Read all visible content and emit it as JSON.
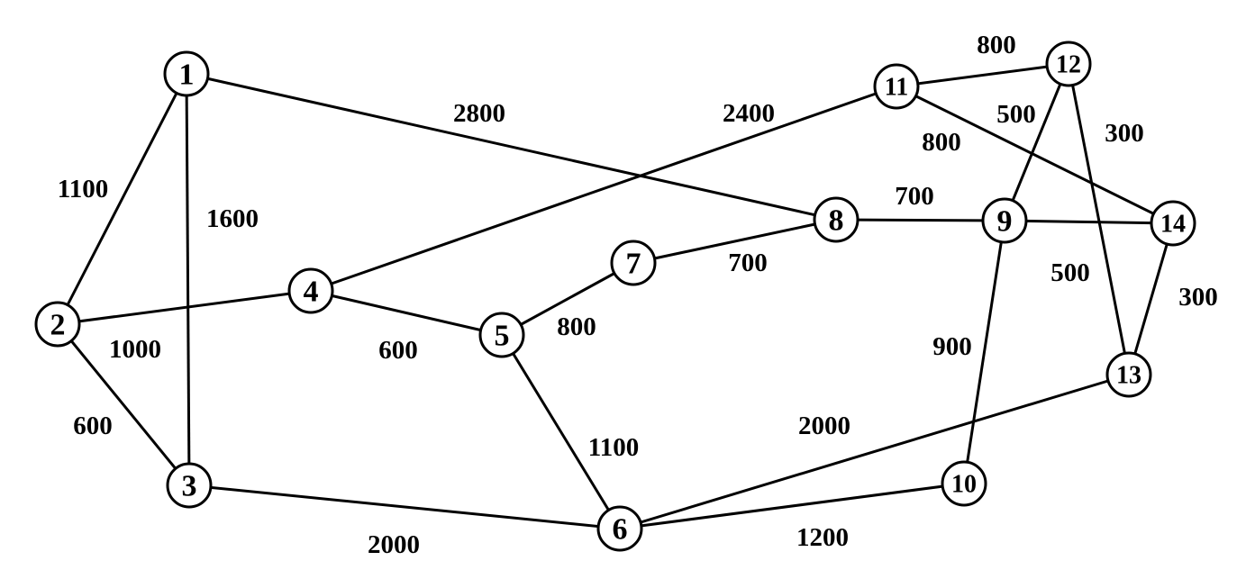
{
  "nodes": [
    {
      "id": "1"
    },
    {
      "id": "2"
    },
    {
      "id": "3"
    },
    {
      "id": "4"
    },
    {
      "id": "5"
    },
    {
      "id": "6"
    },
    {
      "id": "7"
    },
    {
      "id": "8"
    },
    {
      "id": "9"
    },
    {
      "id": "10"
    },
    {
      "id": "11"
    },
    {
      "id": "12"
    },
    {
      "id": "13"
    },
    {
      "id": "14"
    }
  ],
  "edges": [
    {
      "from": "1",
      "to": "2",
      "weight": "1100"
    },
    {
      "from": "1",
      "to": "3",
      "weight": "1600"
    },
    {
      "from": "1",
      "to": "8",
      "weight": "2800"
    },
    {
      "from": "2",
      "to": "3",
      "weight": "600"
    },
    {
      "from": "2",
      "to": "4",
      "weight": "1000"
    },
    {
      "from": "3",
      "to": "6",
      "weight": "2000"
    },
    {
      "from": "4",
      "to": "5",
      "weight": "600"
    },
    {
      "from": "4",
      "to": "11",
      "weight": "2400"
    },
    {
      "from": "5",
      "to": "7",
      "weight": "800"
    },
    {
      "from": "5",
      "to": "6",
      "weight": "1100"
    },
    {
      "from": "7",
      "to": "8",
      "weight": "700"
    },
    {
      "from": "8",
      "to": "9",
      "weight": "700"
    },
    {
      "from": "6",
      "to": "13",
      "weight": "2000"
    },
    {
      "from": "6",
      "to": "10",
      "weight": "1200"
    },
    {
      "from": "9",
      "to": "10",
      "weight": "900"
    },
    {
      "from": "9",
      "to": "12",
      "weight": "500"
    },
    {
      "from": "9",
      "to": "14",
      "weight": ""
    },
    {
      "from": "11",
      "to": "12",
      "weight": "800"
    },
    {
      "from": "11",
      "to": "14",
      "weight": "800"
    },
    {
      "from": "12",
      "to": "13",
      "weight": "300"
    },
    {
      "from": "13",
      "to": "14",
      "weight": "300"
    },
    {
      "from": "12",
      "to": "13",
      "weight": "500",
      "note_only": true
    }
  ]
}
